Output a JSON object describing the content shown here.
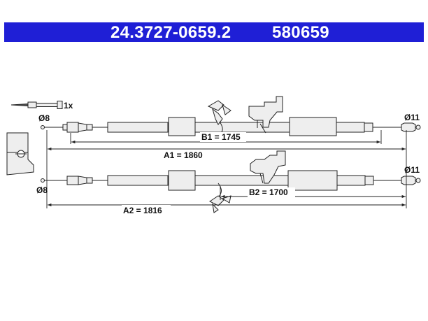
{
  "header": {
    "part_number": "24.3727-0659.2",
    "ref_number": "580659",
    "background": "#1f1fd6",
    "text_color": "#ffffff"
  },
  "drawing": {
    "accessory_qty": "1x",
    "diameters": {
      "top_left": "Ø8",
      "top_right": "Ø11",
      "bottom_left": "Ø8",
      "bottom_right": "Ø11"
    },
    "dimensions": {
      "b1": "B1 = 1745",
      "a1": "A1 = 1860",
      "b2": "B2 = 1700",
      "a2": "A2 = 1816"
    },
    "line_color": "#222222",
    "fill_color": "#eeeeee"
  }
}
